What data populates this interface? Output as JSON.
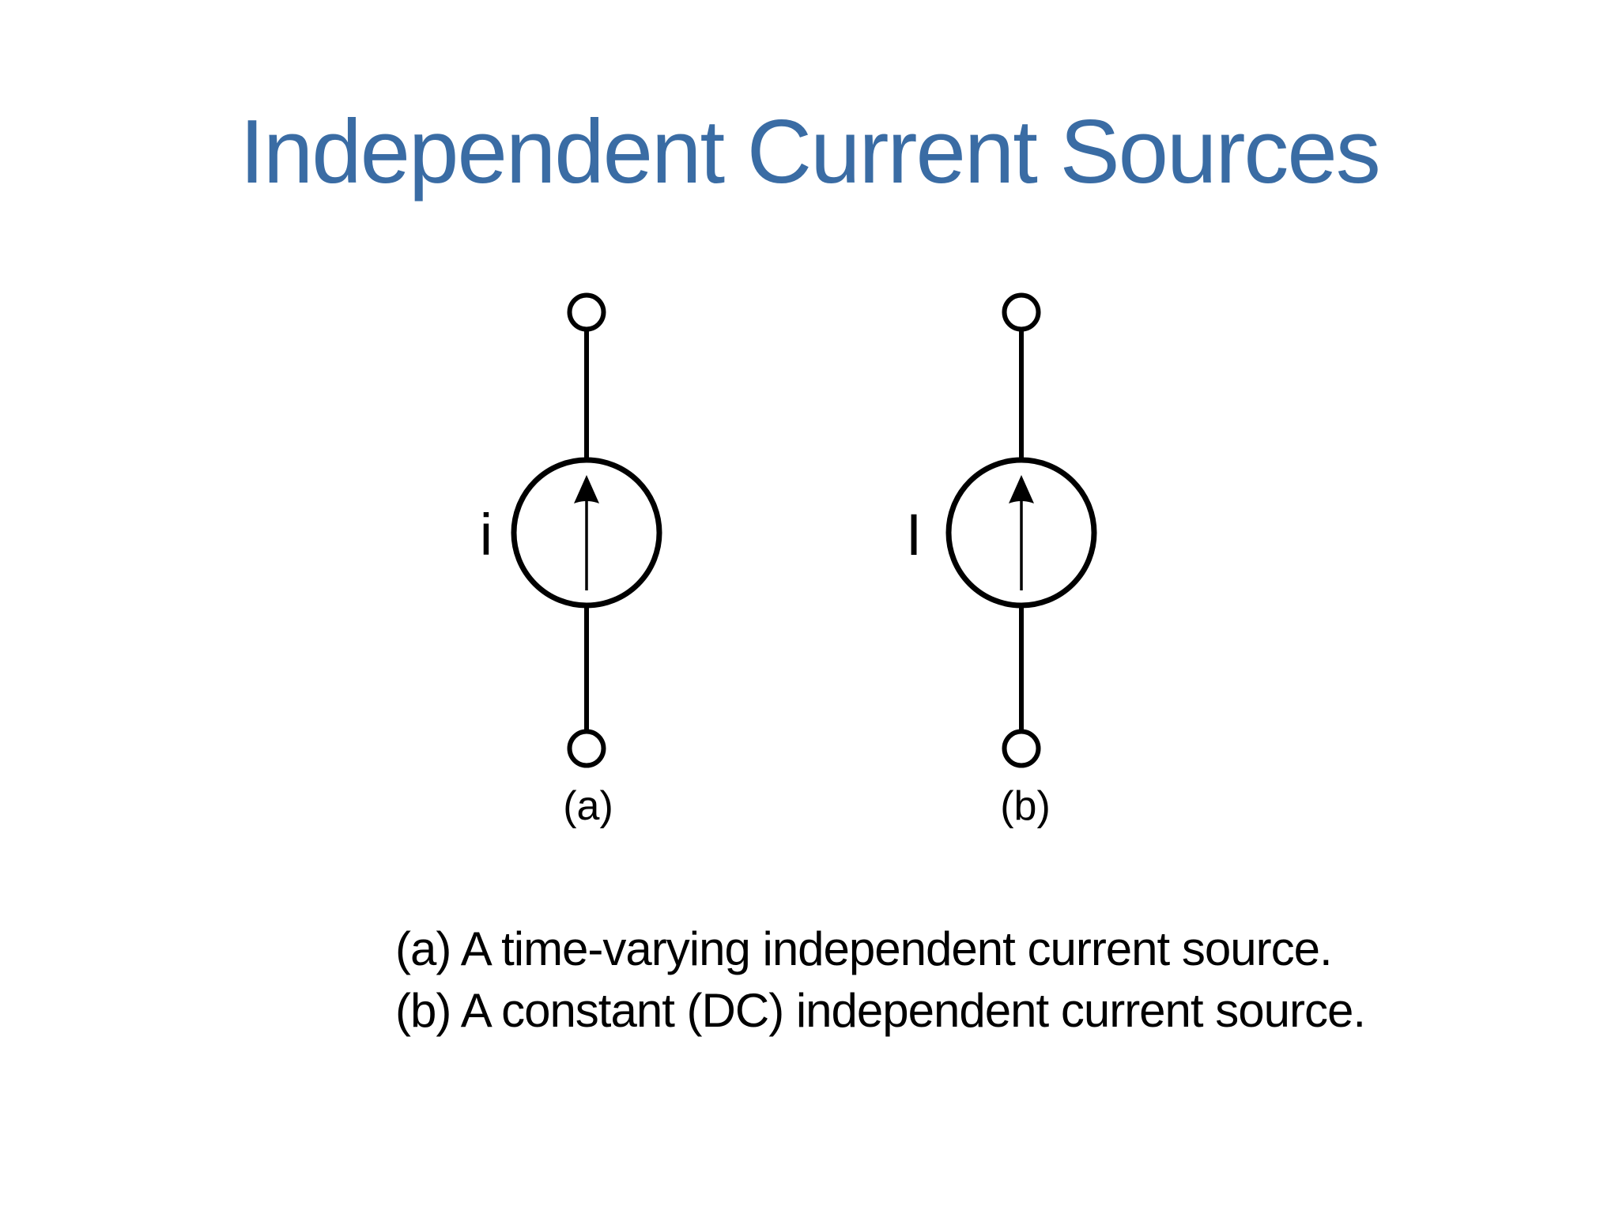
{
  "slide": {
    "title": "Independent Current Sources",
    "title_color": "#3A6CA4",
    "background": "#FFFFFF"
  },
  "figures": [
    {
      "current_label": "i",
      "sub_label": "(a)"
    },
    {
      "current_label": "I",
      "sub_label": "(b)"
    }
  ],
  "caption": {
    "line1": "(a) A time-varying independent current source.",
    "line2": "(b) A constant (DC) independent current source."
  }
}
